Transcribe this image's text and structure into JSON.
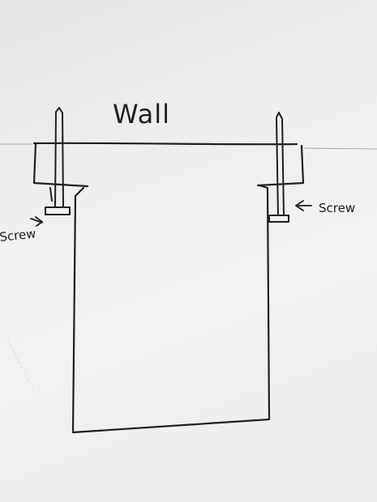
{
  "diagram": {
    "wall_label": "Wall",
    "left_screw_label": "Screw",
    "right_screw_label": "Screw"
  },
  "colors": {
    "paper": "#efefed",
    "ink": "#1d1f24"
  }
}
